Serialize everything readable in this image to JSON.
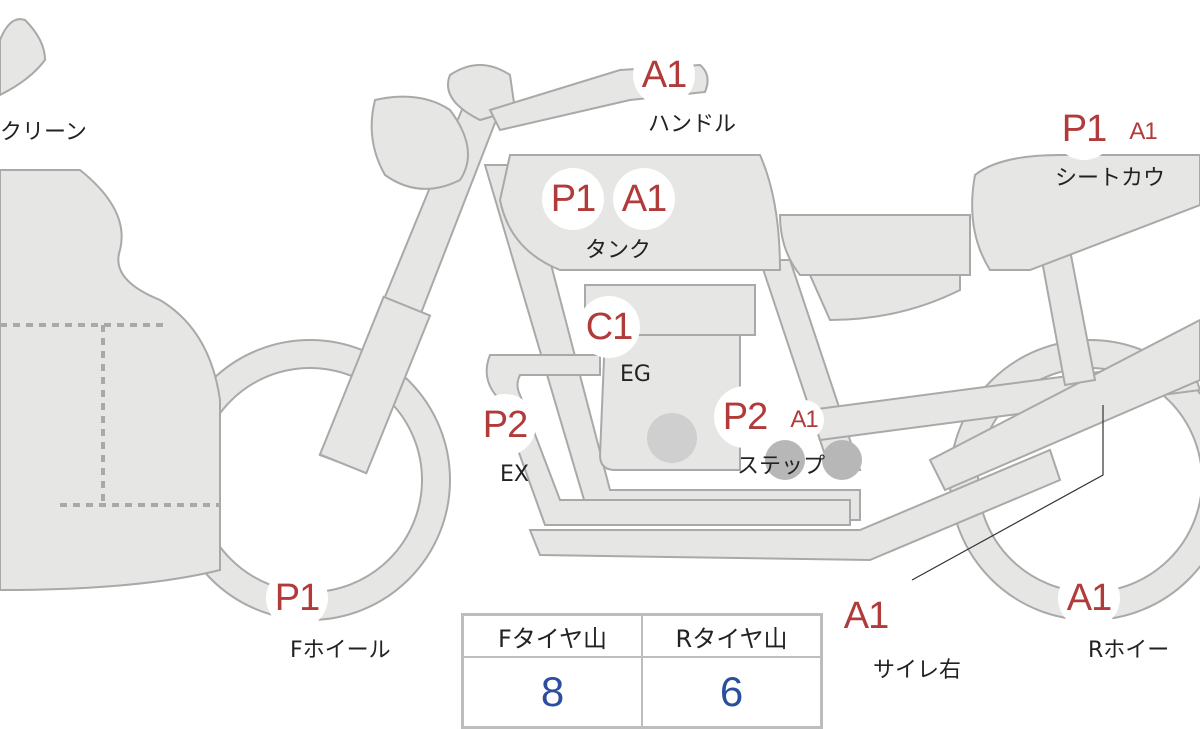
{
  "labels": {
    "screen": "クリーン",
    "handle": "ハンドル",
    "tank": "タンク",
    "seat_cowl": "シートカウ",
    "engine": "EG",
    "exhaust": "EX",
    "step": "ステップ",
    "front_wheel": "Fホイール",
    "side_cover_right": "サイレ右",
    "rear_wheel": "Rホイー"
  },
  "badges": {
    "handle": [
      "A1"
    ],
    "tank": [
      "P1",
      "A1"
    ],
    "seat_cowl": [
      "P1",
      "A1"
    ],
    "engine": [
      "C1"
    ],
    "exhaust": [
      "P2"
    ],
    "step": [
      "P2",
      "A1"
    ],
    "front_wheel": [
      "P1"
    ],
    "side_cover_right": [
      "A1"
    ],
    "rear_wheel": [
      "A1"
    ]
  },
  "tire_table": {
    "headers": [
      "Fタイヤ山",
      "Rタイヤ山"
    ],
    "values": [
      "8",
      "6"
    ]
  },
  "colors": {
    "badge_text": "#b13b3b",
    "value_text": "#2c4e9e",
    "part_fill": "#e6e6e4"
  }
}
